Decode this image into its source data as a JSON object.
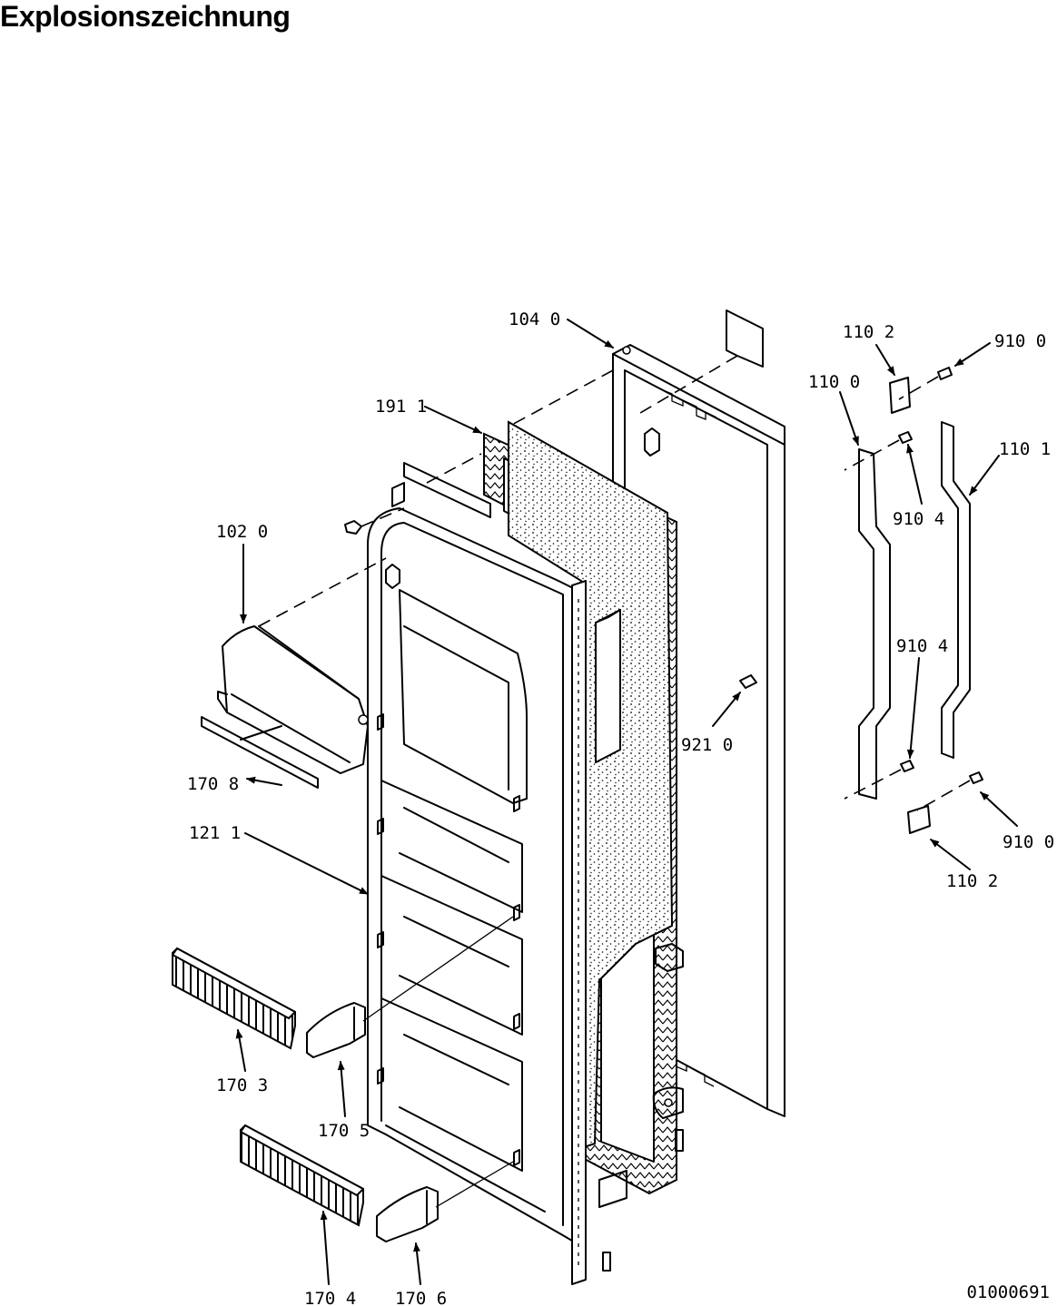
{
  "title": "Explosionszeichnung",
  "document_id": "01000691",
  "callouts": {
    "c104_0": "104 0",
    "c191_1": "191 1",
    "c102_0": "102 0",
    "c170_8": "170 8",
    "c121_1": "121 1",
    "c170_3": "170 3",
    "c170_5": "170 5",
    "c170_4": "170 4",
    "c170_6": "170 6",
    "c921_0": "921 0",
    "c110_2_top": "110 2",
    "c910_0_top": "910 0",
    "c110_0": "110 0",
    "c110_1": "110 1",
    "c910_4_top": "910 4",
    "c910_4_mid": "910 4",
    "c910_0_bot": "910 0",
    "c110_2_bot": "110 2"
  }
}
